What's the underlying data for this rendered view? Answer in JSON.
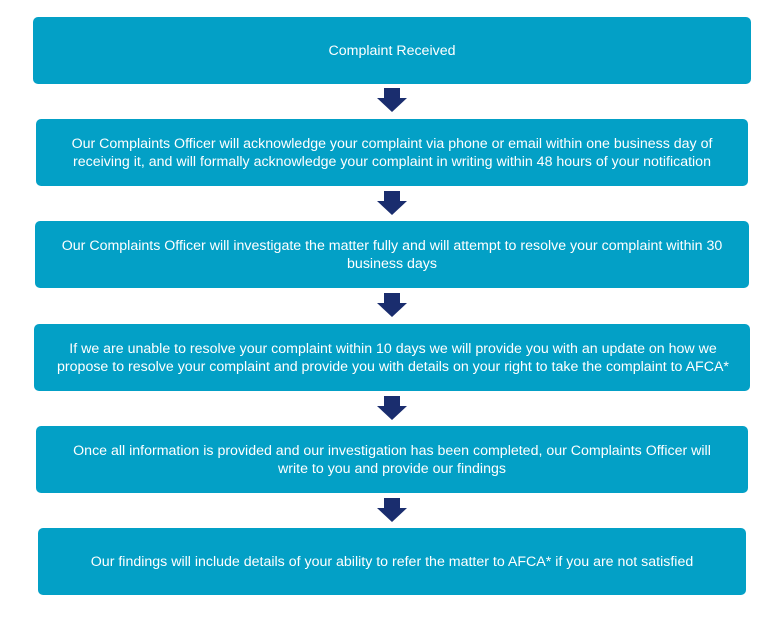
{
  "flow": {
    "colors": {
      "box_fill": "#03a0c6",
      "box_text": "#ffffff",
      "arrow_fill": "#1a2d6e"
    },
    "steps": [
      {
        "text": "Complaint Received"
      },
      {
        "text": "Our Complaints Officer will acknowledge your complaint via phone or email within one business day of receiving it, and will formally acknowledge your complaint in writing within 48 hours of your notification"
      },
      {
        "text": "Our Complaints Officer will investigate the matter fully and will attempt to resolve your complaint within 30 business days"
      },
      {
        "text": "If we are unable to resolve your complaint within 10 days we will provide you with an update on how we propose to resolve your complaint and provide you with details on your right to take the complaint to AFCA*"
      },
      {
        "text": "Once all information is provided and our investigation has been completed, our Complaints Officer will write to you and provide our findings"
      },
      {
        "text": "Our findings will include details of your ability to refer the matter to AFCA* if you are not satisfied"
      }
    ],
    "connectors": [
      "down-arrow-icon",
      "down-arrow-icon",
      "down-arrow-icon",
      "down-arrow-icon",
      "down-arrow-icon"
    ]
  }
}
